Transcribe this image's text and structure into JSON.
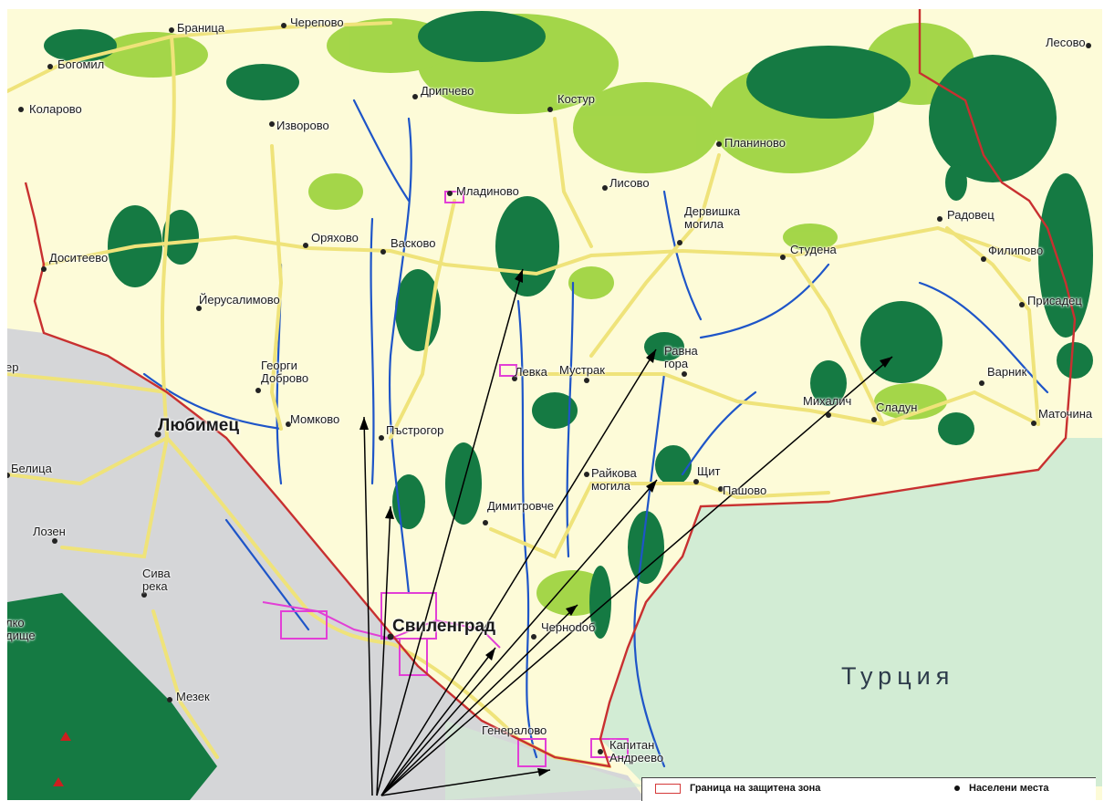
{
  "map": {
    "country": "Турция",
    "cities": [
      {
        "name": "Любимец",
        "key": "lyubimets"
      },
      {
        "name": "Свиленград",
        "key": "svilengrad"
      }
    ],
    "places": [
      {
        "name": "Браница",
        "key": "branitsa"
      },
      {
        "name": "Черепово",
        "key": "cherepovo"
      },
      {
        "name": "Лесово",
        "key": "lesovo"
      },
      {
        "name": "Богомил",
        "key": "bogomil"
      },
      {
        "name": "Коларово",
        "key": "kolarovo"
      },
      {
        "name": "Дрипчево",
        "key": "dripchevo"
      },
      {
        "name": "Костур",
        "key": "kostur"
      },
      {
        "name": "Изворово",
        "key": "izvorovo"
      },
      {
        "name": "Планиново",
        "key": "planinovo"
      },
      {
        "name": "Младиново",
        "key": "mladinovo"
      },
      {
        "name": "Лисово",
        "key": "lisovo"
      },
      {
        "name": "Дервишка\nмогила",
        "key": "dervishka"
      },
      {
        "name": "Радовец",
        "key": "radovets"
      },
      {
        "name": "Оряхово",
        "key": "oryahovo"
      },
      {
        "name": "Васково",
        "key": "vaskovo"
      },
      {
        "name": "Студена",
        "key": "studena"
      },
      {
        "name": "Филипово",
        "key": "filipovo"
      },
      {
        "name": "Доситеево",
        "key": "dositeevo"
      },
      {
        "name": "Присадец",
        "key": "prisadets"
      },
      {
        "name": "Йерусалимово",
        "key": "yerusalimovo"
      },
      {
        "name": "Равна\nгора",
        "key": "ravna"
      },
      {
        "name": "Георги\nДоброво",
        "key": "georgi"
      },
      {
        "name": "Левка",
        "key": "levka"
      },
      {
        "name": "Мустрак",
        "key": "mustrak"
      },
      {
        "name": "Варник",
        "key": "varnik"
      },
      {
        "name": "Михалич",
        "key": "mihalich"
      },
      {
        "name": "Сладун",
        "key": "sladun"
      },
      {
        "name": "Маточина",
        "key": "matochina"
      },
      {
        "name": "Момково",
        "key": "momkovo"
      },
      {
        "name": "Пъстрогор",
        "key": "pastrogor"
      },
      {
        "name": "Белица",
        "key": "belitsa"
      },
      {
        "name": "Райкова\nмогила",
        "key": "raykova"
      },
      {
        "name": "Щит",
        "key": "shtit"
      },
      {
        "name": "Пашово",
        "key": "pashovo"
      },
      {
        "name": "Димитровче",
        "key": "dimitrovche"
      },
      {
        "name": "Лозен",
        "key": "lozen"
      },
      {
        "name": "Сива\nрека",
        "key": "siva"
      },
      {
        "name": "Черноdoб",
        "key": "chernodob"
      },
      {
        "name": "Мезек",
        "key": "mezek"
      },
      {
        "name": "Генералово",
        "key": "generalovo"
      },
      {
        "name": "Капитан\nАндреево",
        "key": "kapitan"
      },
      {
        "name": "ер",
        "key": "edge_er"
      },
      {
        "name": "лко\nдище",
        "key": "edge_lko"
      }
    ]
  },
  "legend": {
    "protected_zone": "Граница на защитена зона",
    "settlements": "Населени места"
  },
  "colors": {
    "land": "#fdfbd8",
    "turkey": "#d2ecd4",
    "greece": "#d5d6d8",
    "forest_dark": "#157a43",
    "forest_light": "#9ad23a",
    "road": "#efe37a",
    "river": "#1e55c8",
    "urban": "#e23fd6",
    "border": "#c83030"
  }
}
